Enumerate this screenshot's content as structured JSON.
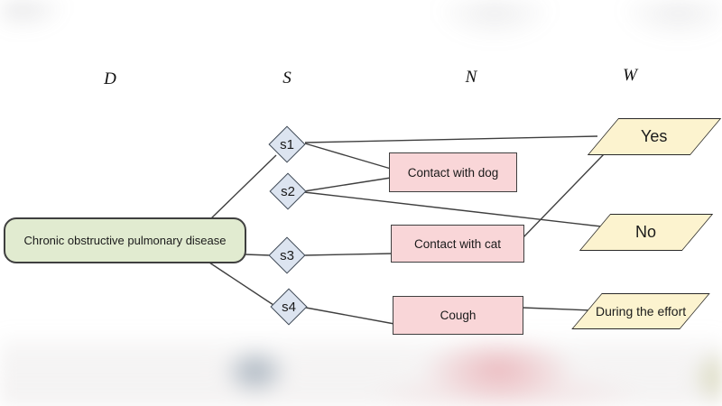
{
  "diagram": {
    "columns": [
      {
        "label": "D"
      },
      {
        "label": "S"
      },
      {
        "label": "N"
      },
      {
        "label": "W"
      }
    ],
    "nodes": {
      "disease": {
        "label": "Chronic obstructive pulmonary disease"
      },
      "symptoms": [
        {
          "label": "s1"
        },
        {
          "label": "s2"
        },
        {
          "label": "s3"
        },
        {
          "label": "s4"
        }
      ],
      "names": [
        {
          "label": "Contact with dog"
        },
        {
          "label": "Contact with cat"
        },
        {
          "label": "Cough"
        }
      ],
      "values": [
        {
          "label": "Yes"
        },
        {
          "label": "No"
        },
        {
          "label": "During the effort"
        }
      ]
    },
    "edges": [
      {
        "from": "Chronic obstructive pulmonary disease",
        "to": "s1"
      },
      {
        "from": "Chronic obstructive pulmonary disease",
        "to": "s3"
      },
      {
        "from": "Chronic obstructive pulmonary disease",
        "to": "s4"
      },
      {
        "from": "s1",
        "to": "Yes"
      },
      {
        "from": "s1",
        "to": "Contact with dog"
      },
      {
        "from": "s2",
        "to": "Contact with dog"
      },
      {
        "from": "s2",
        "to": "No"
      },
      {
        "from": "s3",
        "to": "Contact with cat"
      },
      {
        "from": "Contact with cat",
        "to": "Yes"
      },
      {
        "from": "s4",
        "to": "Cough"
      },
      {
        "from": "Cough",
        "to": "During the effort"
      }
    ],
    "colors": {
      "disease_fill": "#e1ebd0",
      "symptom_fill": "#dce4f0",
      "name_fill": "#f9d6d8",
      "value_fill": "#fcf3cf",
      "line": "#3f3f3f"
    }
  }
}
